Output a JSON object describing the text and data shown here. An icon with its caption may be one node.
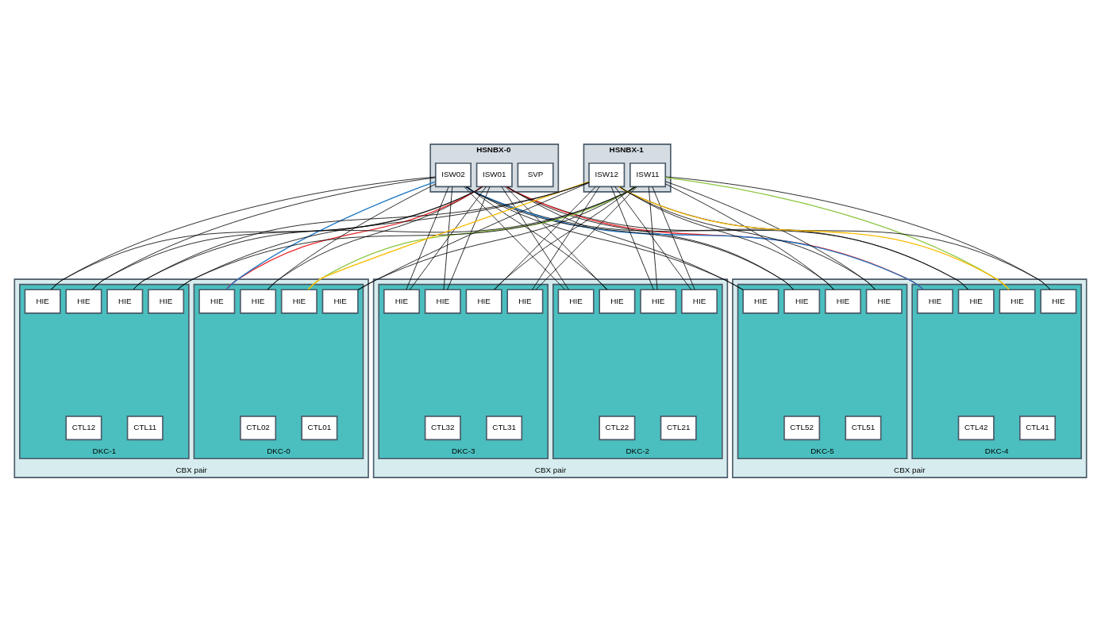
{
  "diagram": {
    "nodes": [
      {
        "text": [
          "HSNBX-0"
        ]
      },
      {
        "text": [
          "SVP"
        ],
        "in": 0
      },
      {
        "text": [
          "ISW01"
        ],
        "in": 0
      },
      {
        "text": [
          "ISW02"
        ],
        "in": 0
      },
      {
        "text": [
          "HSNBX-1"
        ]
      },
      {
        "text": [
          "ISW11"
        ],
        "in": 4
      },
      {
        "text": [
          "ISW12"
        ],
        "in": 4
      },
      {
        "text": [
          "CBX pair"
        ]
      },
      {
        "text": [
          "DKC-0"
        ],
        "in": 7
      },
      {
        "text": [
          "HIE"
        ],
        "in": 8
      },
      {
        "text": [
          "HIE"
        ],
        "in": 8
      },
      {
        "text": [
          "CTL01"
        ],
        "in": 8
      },
      {
        "text": [
          "HIE"
        ],
        "in": 8
      },
      {
        "text": [
          "HIE"
        ],
        "in": 8
      },
      {
        "text": [
          "CTL02"
        ],
        "in": 8
      },
      {
        "text": [
          "DKC-1"
        ],
        "in": 7
      },
      {
        "text": [
          "HIE"
        ],
        "in": 15
      },
      {
        "text": [
          "HIE"
        ],
        "in": 15
      },
      {
        "text": [
          "CTL11"
        ],
        "in": 15
      },
      {
        "text": [
          "HIE"
        ],
        "in": 15
      },
      {
        "text": [
          "HIE"
        ],
        "in": 15
      },
      {
        "text": [
          "CTL12"
        ],
        "in": 15
      },
      {
        "text": [
          "CBX pair"
        ]
      },
      {
        "text": [
          "DKC-2"
        ],
        "in": 22
      },
      {
        "text": [
          "HIE"
        ],
        "in": 23
      },
      {
        "text": [
          "HIE"
        ],
        "in": 23
      },
      {
        "text": [
          "CTL21"
        ],
        "in": 23
      },
      {
        "text": [
          "HIE"
        ],
        "in": 23
      },
      {
        "text": [
          "HIE"
        ],
        "in": 23
      },
      {
        "text": [
          "CTL22"
        ],
        "in": 23
      },
      {
        "text": [
          "DKC-3"
        ],
        "in": 22
      },
      {
        "text": [
          "HIE"
        ],
        "in": 30
      },
      {
        "text": [
          "HIE"
        ],
        "in": 30
      },
      {
        "text": [
          "CTL31"
        ],
        "in": 30
      },
      {
        "text": [
          "HIE"
        ],
        "in": 30
      },
      {
        "text": [
          "HIE"
        ],
        "in": 30
      },
      {
        "text": [
          "CTL32"
        ],
        "in": 30
      },
      {
        "text": [
          "CBX pair"
        ]
      },
      {
        "text": [
          "DKC-4"
        ],
        "in": 37
      },
      {
        "text": [
          "HIE"
        ],
        "in": 38
      },
      {
        "text": [
          "HIE"
        ],
        "in": 38
      },
      {
        "text": [
          "CTL41"
        ],
        "in": 38
      },
      {
        "text": [
          "HIE"
        ],
        "in": 38
      },
      {
        "text": [
          "HIE"
        ],
        "in": 38
      },
      {
        "text": [
          "CTL42"
        ],
        "in": 38
      },
      {
        "text": [
          "DKC-5"
        ],
        "in": 37
      },
      {
        "text": [
          "HIE"
        ],
        "in": 45
      },
      {
        "text": [
          "HIE"
        ],
        "in": 45
      },
      {
        "text": [
          "CTL51"
        ],
        "in": 45
      },
      {
        "text": [
          "HIE"
        ],
        "in": 45
      },
      {
        "text": [
          "HIE"
        ],
        "in": 45
      },
      {
        "text": [
          "CTL52"
        ],
        "in": 45
      }
    ],
    "edges": [
      {
        "from": 2,
        "to": 9,
        "arrow": "none"
      },
      {
        "from": 3,
        "to": 9,
        "arrow": "none"
      },
      {
        "from": 5,
        "to": 10,
        "arrow": "none"
      },
      {
        "from": 6,
        "to": 10,
        "arrow": "none"
      },
      {
        "from": 2,
        "to": 12,
        "arrow": "none",
        "color": "#e8262a"
      },
      {
        "from": 3,
        "to": 12,
        "arrow": "none",
        "color": "#1f77c4"
      },
      {
        "from": 5,
        "to": 13,
        "arrow": "none",
        "color": "#8cc63f"
      },
      {
        "from": 6,
        "to": 13,
        "arrow": "none",
        "color": "#fbbc05"
      },
      {
        "from": 2,
        "to": 16,
        "arrow": "none"
      },
      {
        "from": 3,
        "to": 16,
        "arrow": "none"
      },
      {
        "from": 5,
        "to": 17,
        "arrow": "none"
      },
      {
        "from": 6,
        "to": 17,
        "arrow": "none"
      },
      {
        "from": 2,
        "to": 19,
        "arrow": "none"
      },
      {
        "from": 3,
        "to": 19,
        "arrow": "none"
      },
      {
        "from": 5,
        "to": 20,
        "arrow": "none"
      },
      {
        "from": 6,
        "to": 20,
        "arrow": "none"
      },
      {
        "from": 2,
        "to": 24,
        "arrow": "none"
      },
      {
        "from": 3,
        "to": 24,
        "arrow": "none"
      },
      {
        "from": 5,
        "to": 25,
        "arrow": "none"
      },
      {
        "from": 6,
        "to": 25,
        "arrow": "none"
      },
      {
        "from": 2,
        "to": 27,
        "arrow": "none"
      },
      {
        "from": 3,
        "to": 27,
        "arrow": "none"
      },
      {
        "from": 5,
        "to": 28,
        "arrow": "none"
      },
      {
        "from": 6,
        "to": 28,
        "arrow": "none"
      },
      {
        "from": 2,
        "to": 31,
        "arrow": "none"
      },
      {
        "from": 3,
        "to": 31,
        "arrow": "none"
      },
      {
        "from": 5,
        "to": 32,
        "arrow": "none"
      },
      {
        "from": 6,
        "to": 32,
        "arrow": "none"
      },
      {
        "from": 2,
        "to": 34,
        "arrow": "none"
      },
      {
        "from": 3,
        "to": 34,
        "arrow": "none"
      },
      {
        "from": 5,
        "to": 35,
        "arrow": "none"
      },
      {
        "from": 6,
        "to": 35,
        "arrow": "none"
      },
      {
        "from": 2,
        "to": 39,
        "arrow": "none"
      },
      {
        "from": 3,
        "to": 39,
        "arrow": "none"
      },
      {
        "from": 5,
        "to": 40,
        "arrow": "none"
      },
      {
        "from": 6,
        "to": 40,
        "arrow": "none"
      },
      {
        "from": 2,
        "to": 42,
        "arrow": "none",
        "color": "#e8262a"
      },
      {
        "from": 3,
        "to": 42,
        "arrow": "none",
        "color": "#1f77c4"
      },
      {
        "from": 5,
        "to": 43,
        "arrow": "none",
        "color": "#8cc63f"
      },
      {
        "from": 6,
        "to": 43,
        "arrow": "none",
        "color": "#fbbc05"
      },
      {
        "from": 2,
        "to": 46,
        "arrow": "none"
      },
      {
        "from": 3,
        "to": 46,
        "arrow": "none"
      },
      {
        "from": 5,
        "to": 47,
        "arrow": "none"
      },
      {
        "from": 6,
        "to": 47,
        "arrow": "none"
      },
      {
        "from": 2,
        "to": 49,
        "arrow": "none"
      },
      {
        "from": 3,
        "to": 49,
        "arrow": "none"
      },
      {
        "from": 5,
        "to": 50,
        "arrow": "none"
      },
      {
        "from": 6,
        "to": 50,
        "arrow": "none"
      }
    ]
  }
}
